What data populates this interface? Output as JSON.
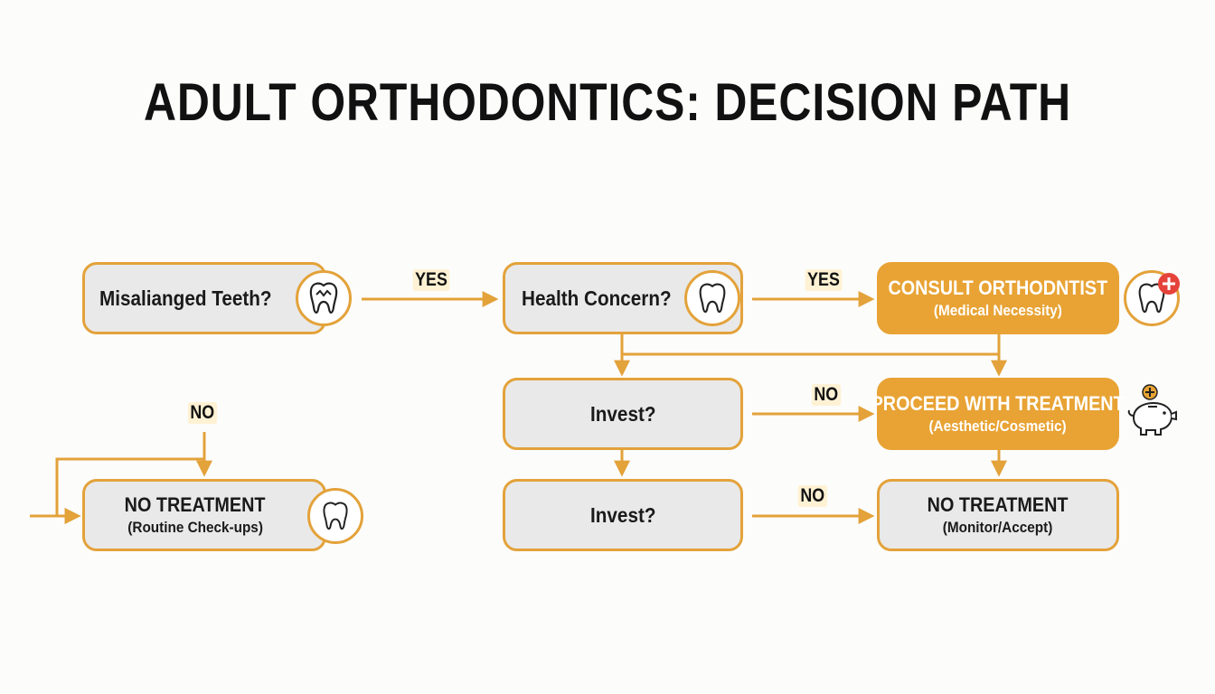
{
  "title": "ADULT ORTHODONTICS: DECISION PATH",
  "nodes": {
    "misaligned": {
      "label": "Misalianged Teeth?",
      "icon": "tooth-face-icon"
    },
    "health": {
      "label": "Health Concern?",
      "icon": "tooth-icon"
    },
    "consult": {
      "line1": "CONSULT ORTHODNTIST",
      "line2": "(Medical Necessity)",
      "icon": "tooth-plus-icon"
    },
    "invest1": {
      "label": "Invest?"
    },
    "proceed": {
      "line1": "PROCEED WITH TREATMENT",
      "line2": "(Aesthetic/Cosmetic)",
      "icon": "piggy-bank-icon"
    },
    "invest2": {
      "label": "Invest?"
    },
    "no_treatment_left": {
      "line1": "NO TREATMENT",
      "line2": "(Routine Check-ups)",
      "icon": "tooth-icon"
    },
    "no_treatment_right": {
      "line1": "NO TREATMENT",
      "line2": "(Monitor/Accept)"
    }
  },
  "edges": {
    "yes_1": "YES",
    "yes_2": "YES",
    "no_left": "NO",
    "no_invest1": "NO",
    "no_invest2": "NO"
  },
  "colors": {
    "accent": "#e3a23a",
    "node_fill": "#e9e9e9",
    "filled_node": "#e8a334",
    "add_badge": "#e5433a"
  }
}
